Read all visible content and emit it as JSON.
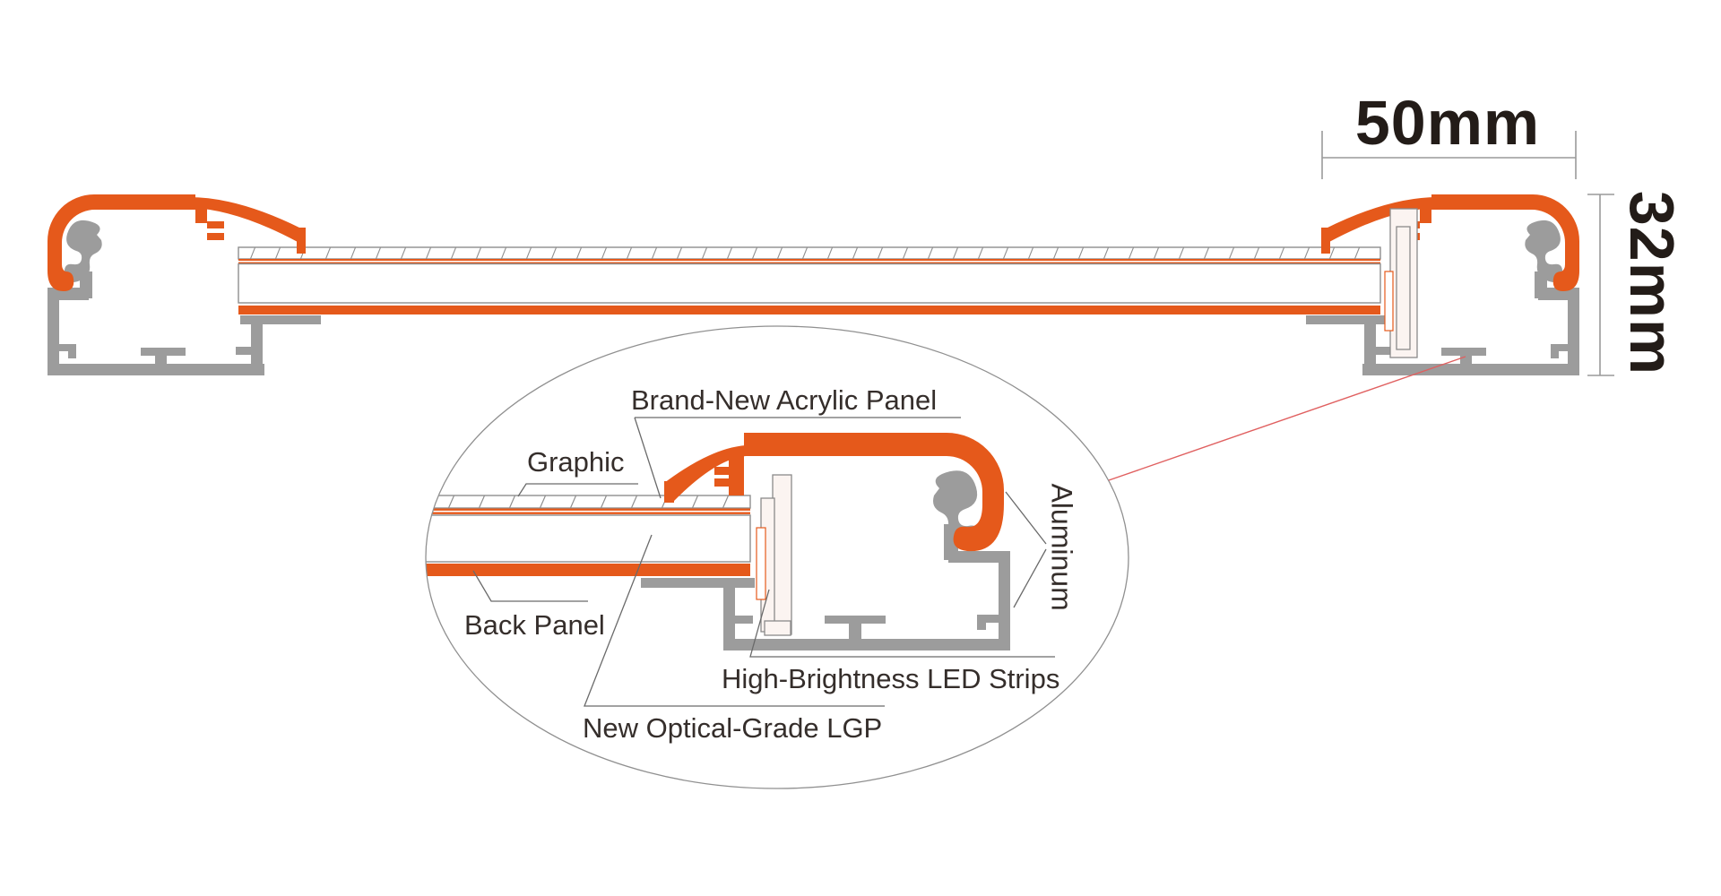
{
  "diagram": {
    "dimensions": {
      "width": "50mm",
      "height": "32mm"
    },
    "callouts": {
      "acrylic_panel": "Brand-New Acrylic Panel",
      "graphic": "Graphic",
      "back_panel": "Back Panel",
      "aluminum": "Aluminum",
      "led_strips": "High-Brightness LED Strips",
      "lgp": "New Optical-Grade LGP"
    },
    "colors": {
      "frame_orange": "#E5591B",
      "aluminum_gray": "#9C9C9C",
      "callout_line_red": "#E06060",
      "line_gray": "#8E8E8E",
      "text_dark": "#352E2B"
    }
  }
}
